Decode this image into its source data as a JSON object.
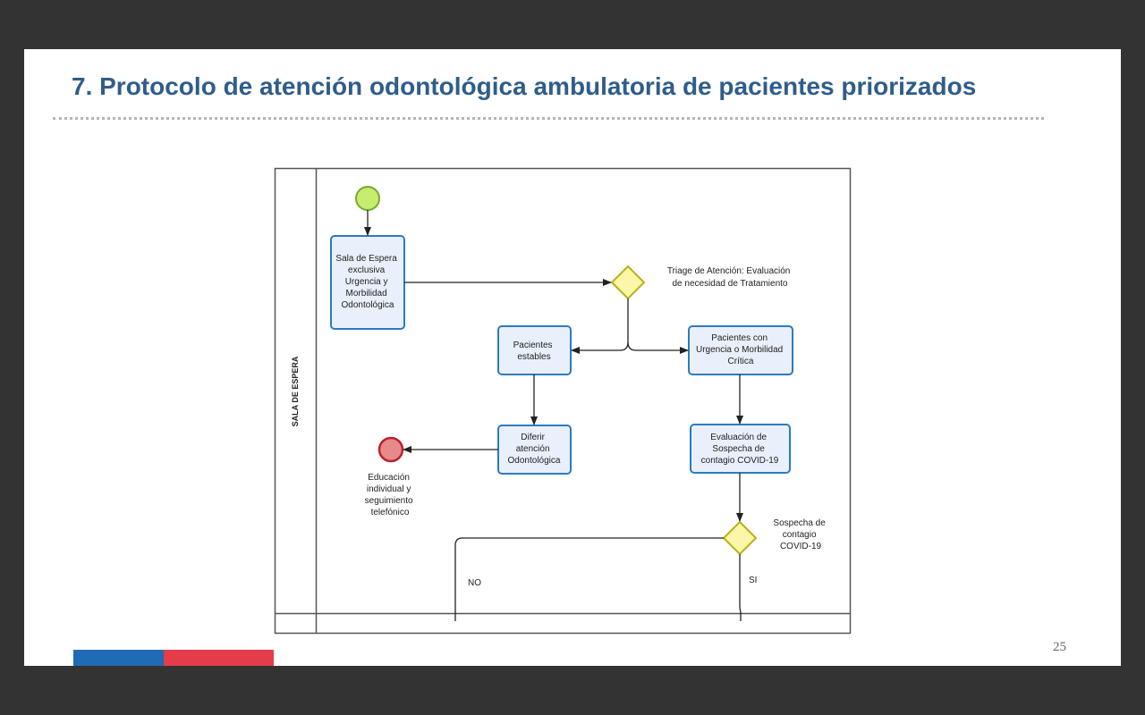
{
  "slide": {
    "title": "7. Protocolo de atención odontológica ambulatoria de pacientes priorizados",
    "page_number": "25",
    "colors": {
      "title": "#2f5d8a",
      "bar_blue": "#1f6bb5",
      "bar_red": "#e43c49",
      "task_fill": "#e9f0fb",
      "task_stroke": "#2b7bbf",
      "start_event": "#c6ec70",
      "end_event": "#e68a8a",
      "gateway": "#fbf6a8"
    }
  },
  "diagram": {
    "lane_label": "SALA DE ESPERA",
    "start_event": "start-event",
    "end_event_label": [
      "Educación",
      "individual y",
      "seguimiento",
      "telefónico"
    ],
    "tasks": {
      "sala_espera": [
        "Sala de  Espera",
        "exclusiva",
        "Urgencia y",
        "Morbilidad",
        "Odontológica"
      ],
      "pacientes_estables": [
        "Pacientes",
        "estables"
      ],
      "pacientes_urgencia": [
        "Pacientes con",
        "Urgencia o Morbilidad",
        "Crítica"
      ],
      "diferir": [
        "Diferir",
        "atención",
        "Odontológica"
      ],
      "evaluacion_covid": [
        "Evaluación de",
        "Sospecha de",
        "contagio COVID-19"
      ]
    },
    "gateways": {
      "triage": [
        "Triage de Atención: Evaluación",
        "de necesidad de Tratamiento"
      ],
      "sospecha": [
        "Sospecha de",
        "contagio",
        "COVID-19"
      ]
    },
    "flow_labels": {
      "no": "NO",
      "si": "SI"
    }
  }
}
